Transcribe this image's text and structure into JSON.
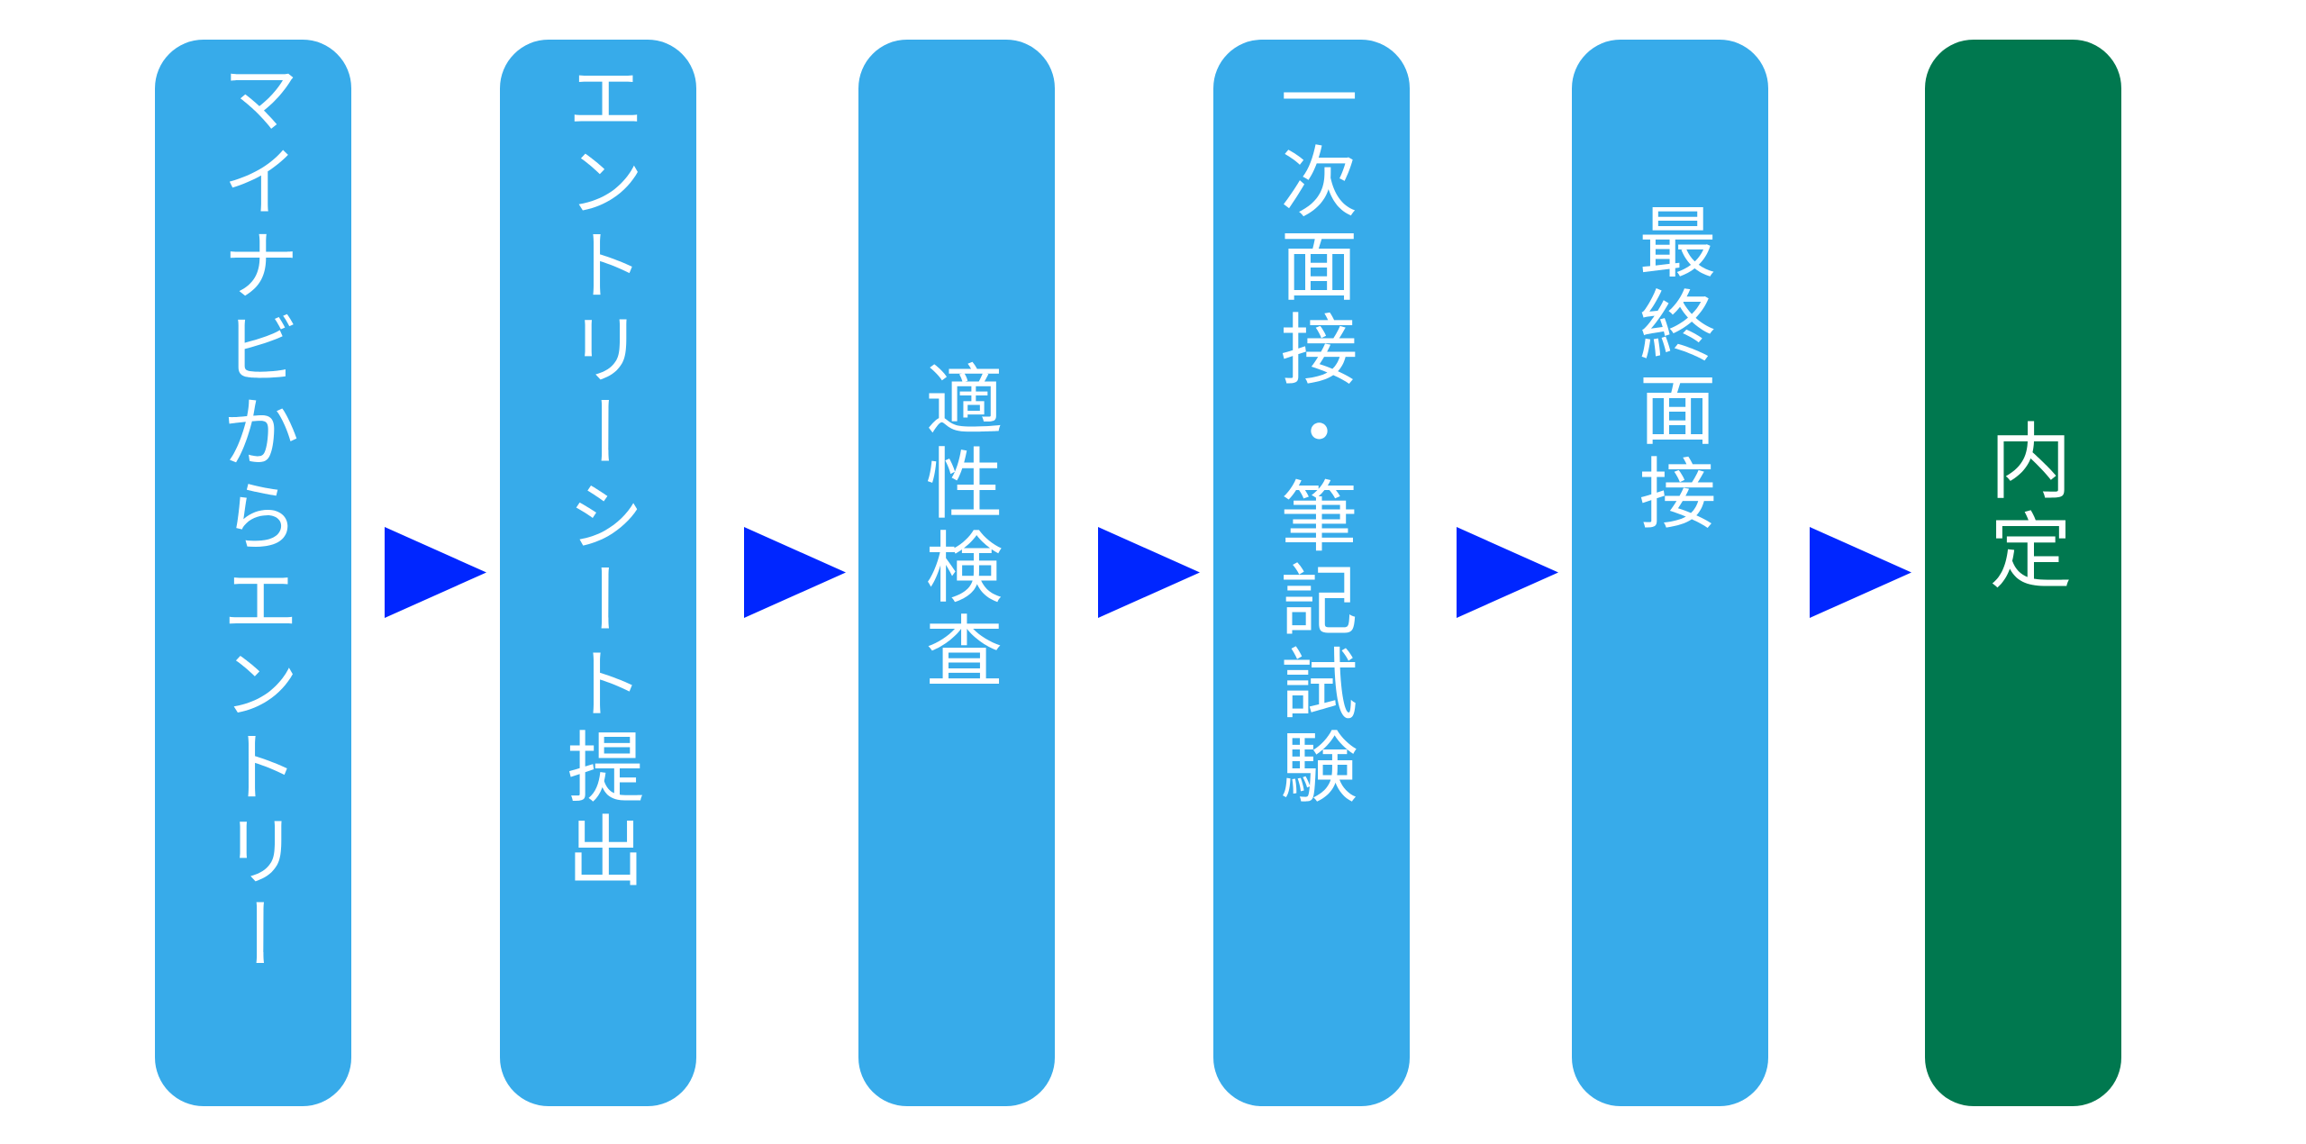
{
  "steps": [
    {
      "label": "マイナビからエントリー"
    },
    {
      "label": "エントリーシート提出"
    },
    {
      "label": "適性検査"
    },
    {
      "label": "一次面接・筆記試験"
    },
    {
      "label": "最終面接"
    },
    {
      "label": "内定"
    }
  ],
  "colors": {
    "step": "#37abea",
    "final_step": "#00784f",
    "arrow": "#0026ff",
    "text": "#ffffff"
  },
  "icons": {
    "arrow": "right-triangle-arrow-icon"
  }
}
